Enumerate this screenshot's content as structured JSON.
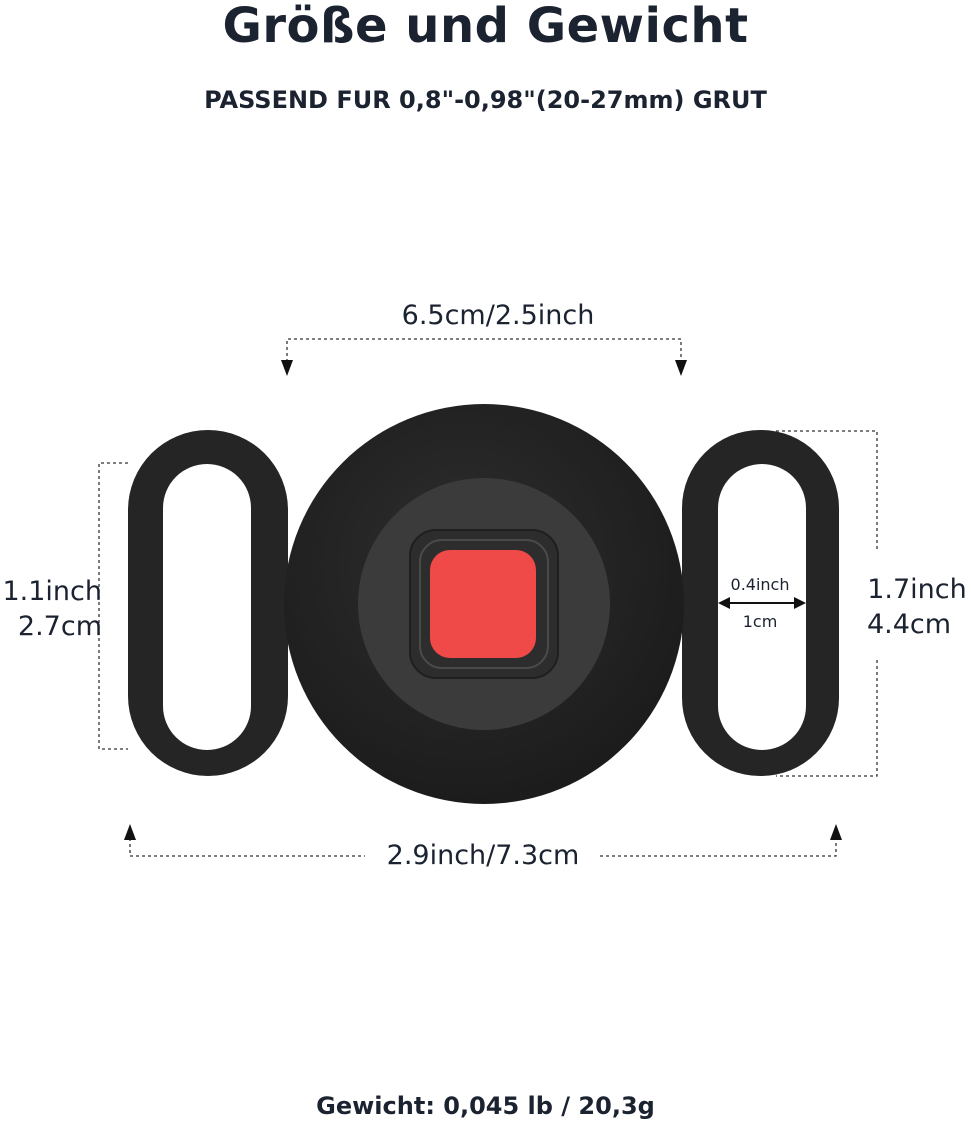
{
  "header": {
    "title": "Größe und Gewicht",
    "subtitle": "PASSEND FUR 0,8\"-0,98\"(20-27mm) GRUT"
  },
  "dimensions": {
    "top_width": "6.5cm/2.5inch",
    "bottom_width": "2.9inch/7.3cm",
    "left_height_inch": "1.1inch",
    "left_height_cm": "2.7cm",
    "right_height_inch": "1.7inch",
    "right_height_cm": "4.4cm",
    "slot_width_inch": "0.4inch",
    "slot_width_cm": "1cm"
  },
  "footer": {
    "weight": "Gewicht: 0,045 lb / 20,3g"
  },
  "colors": {
    "body": "#232323",
    "inner_disc": "#3b3b3b",
    "button": "#ef4a47",
    "text": "#1b2230"
  }
}
